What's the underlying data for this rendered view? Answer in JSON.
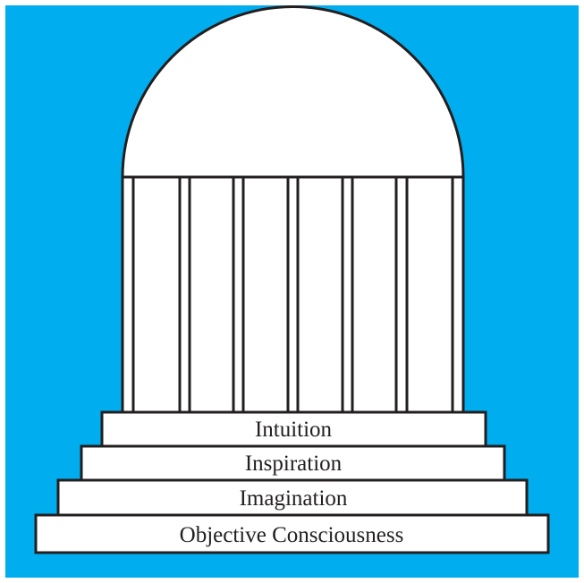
{
  "colors": {
    "background": "#00aeef",
    "fill": "#ffffff",
    "stroke": "#231f20"
  },
  "steps": [
    {
      "label": "Intuition"
    },
    {
      "label": "Inspiration"
    },
    {
      "label": "Imagination"
    },
    {
      "label": "Objective Consciousness"
    }
  ]
}
